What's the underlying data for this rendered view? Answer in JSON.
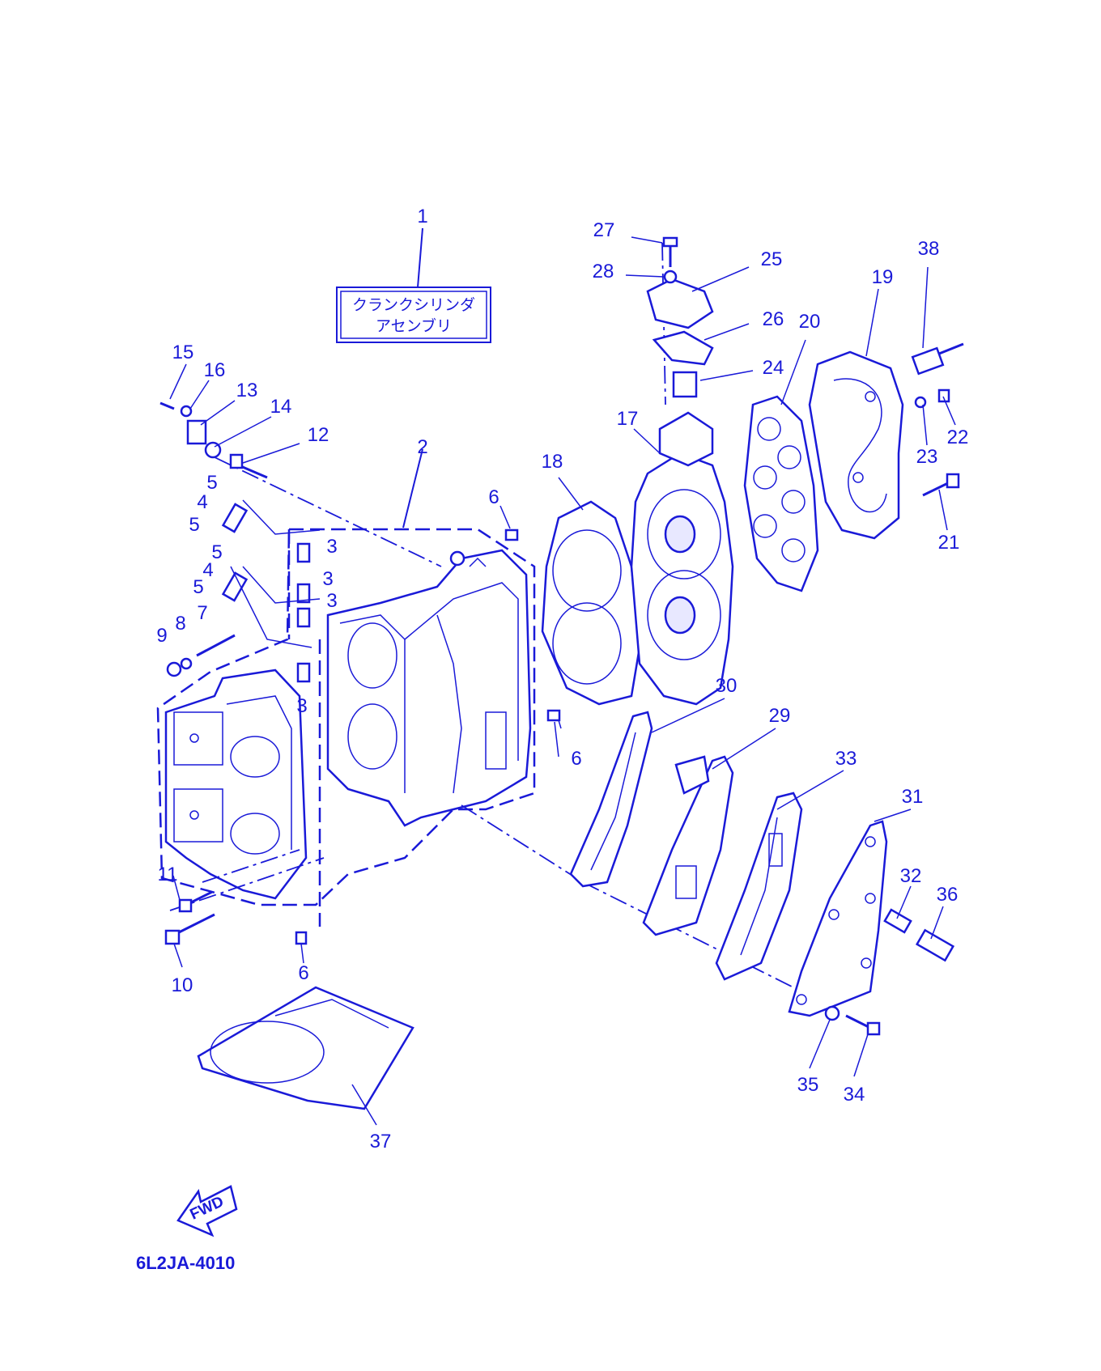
{
  "colors": {
    "ink": "#1a1ad8",
    "background": "#ffffff"
  },
  "title_box": {
    "line1": "クランクシリンダ",
    "line2": "アセンブリ"
  },
  "fwd_label": "FWD",
  "figure_code": "6L2JA-4010",
  "callouts": {
    "n1": "1",
    "n2": "2",
    "n3a": "3",
    "n3b": "3",
    "n3c": "3",
    "n3d": "3",
    "n4a": "4",
    "n4b": "4",
    "n5a": "5",
    "n5b": "5",
    "n5c": "5",
    "n5d": "5",
    "n6a": "6",
    "n6b": "6",
    "n6c": "6",
    "n7": "7",
    "n8": "8",
    "n9": "9",
    "n10": "10",
    "n11": "11",
    "n12": "12",
    "n13": "13",
    "n14": "14",
    "n15": "15",
    "n16": "16",
    "n17": "17",
    "n18": "18",
    "n19": "19",
    "n20": "20",
    "n21": "21",
    "n22": "22",
    "n23": "23",
    "n24": "24",
    "n25": "25",
    "n26": "26",
    "n27": "27",
    "n28": "28",
    "n29": "29",
    "n30": "30",
    "n31": "31",
    "n32": "32",
    "n33": "33",
    "n34": "34",
    "n35": "35",
    "n36": "36",
    "n37": "37",
    "n38": "38"
  }
}
